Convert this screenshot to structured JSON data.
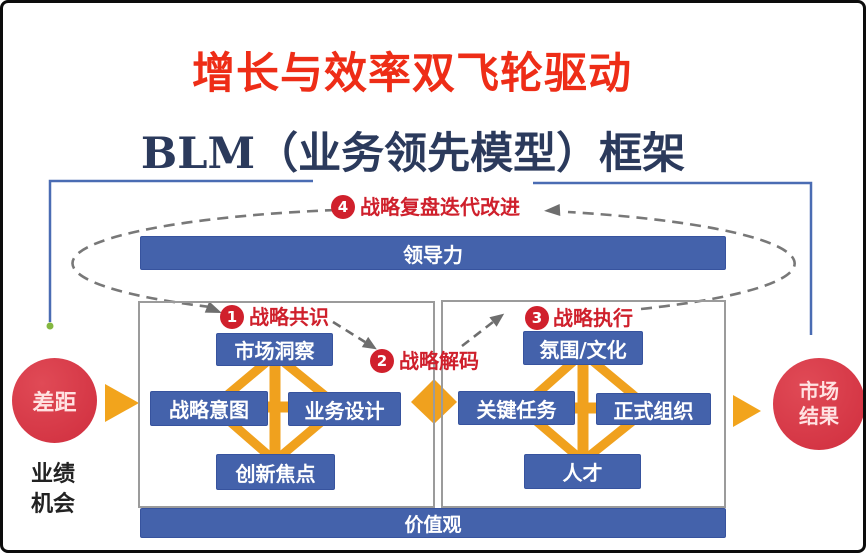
{
  "titles": {
    "main": "增长与效率双飞轮驱动",
    "framework": "BLM（业务领先模型）框架"
  },
  "steps": {
    "s1": {
      "num": "1",
      "label": "战略共识"
    },
    "s2": {
      "num": "2",
      "label": "战略解码"
    },
    "s3": {
      "num": "3",
      "label": "战略执行"
    },
    "s4": {
      "num": "4",
      "label": "战略复盘迭代改进"
    }
  },
  "bars": {
    "leadership": "领导力",
    "values": "价值观"
  },
  "left_panel": {
    "top": "市场洞察",
    "left": "战略意图",
    "right": "业务设计",
    "bottom": "创新焦点"
  },
  "right_panel": {
    "top": "氛围/文化",
    "left": "关键任务",
    "right": "正式组织",
    "bottom": "人才"
  },
  "sides": {
    "gap": "差距",
    "performance_line1": "业绩",
    "performance_line2": "机会",
    "result_line1": "市场",
    "result_line2": "结果"
  },
  "colors": {
    "title_red": "#ee2d17",
    "title_navy": "#2b3a5c",
    "box_blue": "#4462ab",
    "badge_red": "#d0202c",
    "circle_red": "#d7384a",
    "connector_orange": "#f0a11e",
    "triangle_yellow": "#f2a41c",
    "bracket_blue": "#4a6cb3",
    "dash_gray": "#787878"
  }
}
